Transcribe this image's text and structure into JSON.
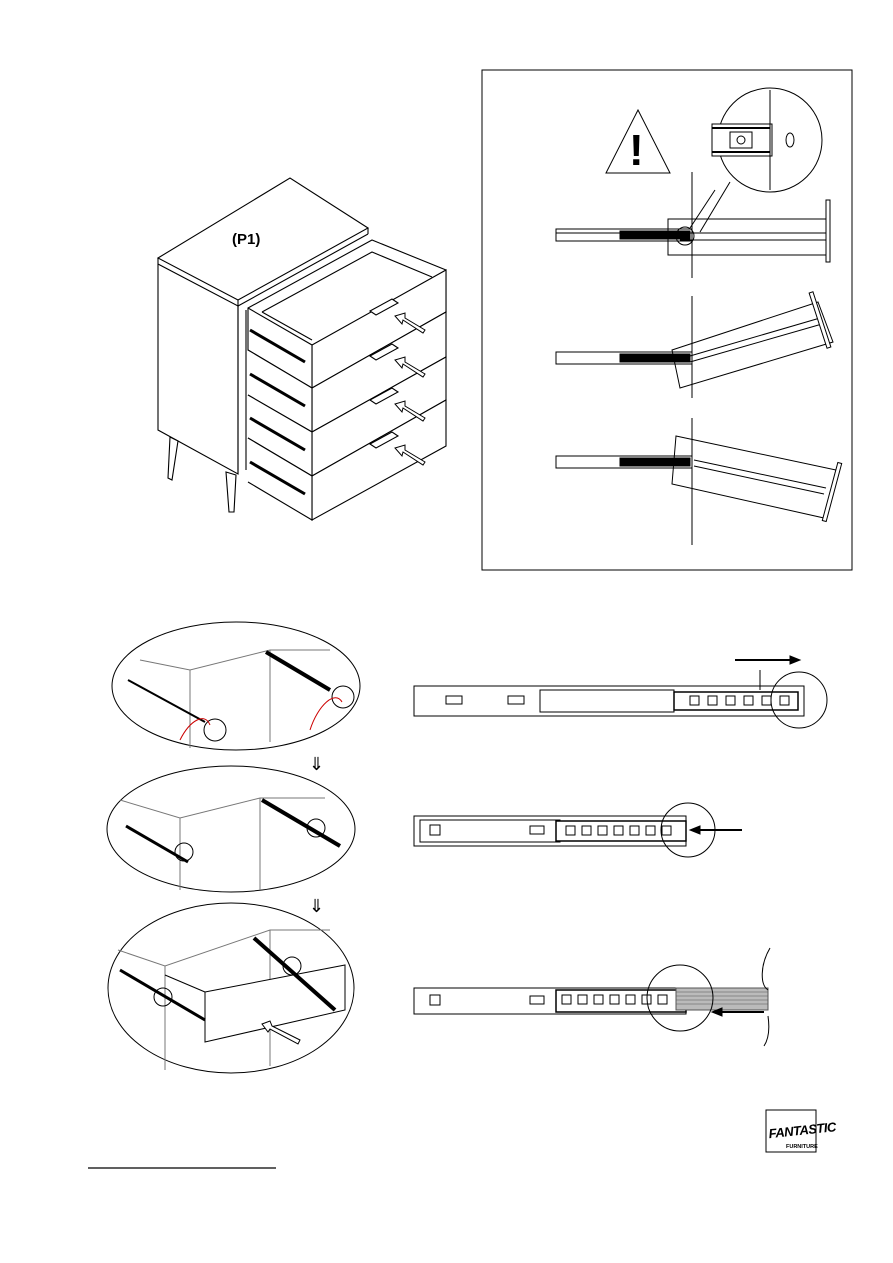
{
  "diagram": {
    "part_label": "(P1)",
    "warning_mark": "!"
  },
  "brand": {
    "logo_line1": "FANTASTIC",
    "logo_line2": "FURNITURE"
  }
}
